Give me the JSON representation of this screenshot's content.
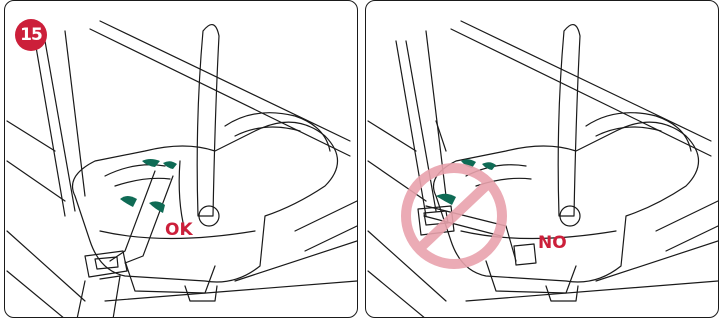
{
  "step_number": "15",
  "panels": [
    {
      "caption": "OK"
    },
    {
      "caption": "NO"
    }
  ],
  "colors": {
    "step_badge": "#cc1f3a",
    "caption_text": "#cc1f3a",
    "latch_green": "#0f6b55",
    "prohibit_sign": "#e9a3ad",
    "line_art": "#1a1a1a"
  },
  "icons": {
    "prohibition": "prohibited-sign-icon"
  }
}
